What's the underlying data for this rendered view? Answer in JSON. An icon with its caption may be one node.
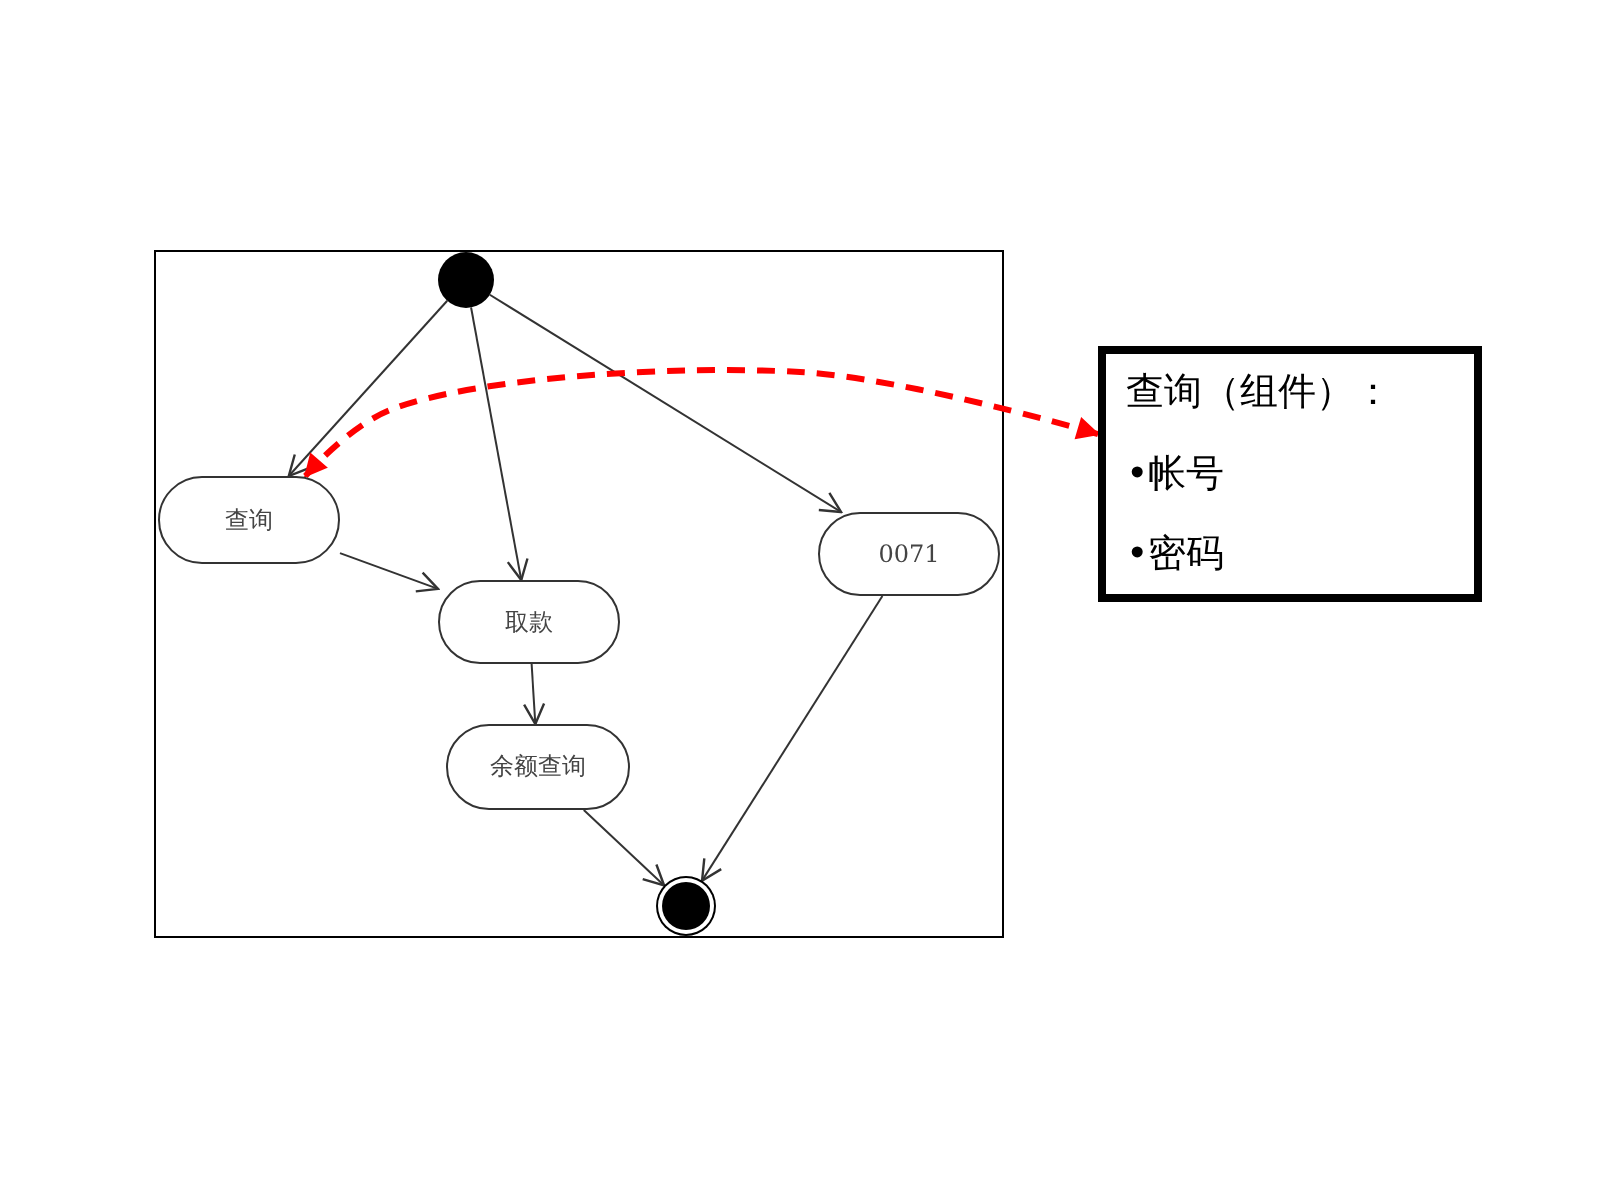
{
  "diagram": {
    "nodes": [
      {
        "text": [],
        "shape": "circle"
      },
      {
        "text": [
          "查询"
        ]
      },
      {
        "text": [
          "取款"
        ]
      },
      {
        "text": [
          "余额查询"
        ]
      },
      {
        "text": [
          "0071"
        ]
      },
      {
        "text": [],
        "shape": "circle"
      },
      {
        "text": [
          "查询（组件）：",
          "•帐号",
          "•密码"
        ]
      }
    ],
    "edges": [
      {
        "from": 0,
        "to": 1,
        "arrow": "to"
      },
      {
        "from": 0,
        "to": 2,
        "arrow": "to"
      },
      {
        "from": 0,
        "to": 4,
        "arrow": "to"
      },
      {
        "from": 1,
        "to": 2,
        "arrow": "to"
      },
      {
        "from": 2,
        "to": 3,
        "arrow": "to"
      },
      {
        "from": 3,
        "to": 5,
        "arrow": "to"
      },
      {
        "from": 4,
        "to": 5,
        "arrow": "to"
      },
      {
        "from": 6,
        "to": 1,
        "arrow": "both",
        "style": "dashed",
        "color": "#ff0000"
      }
    ]
  }
}
